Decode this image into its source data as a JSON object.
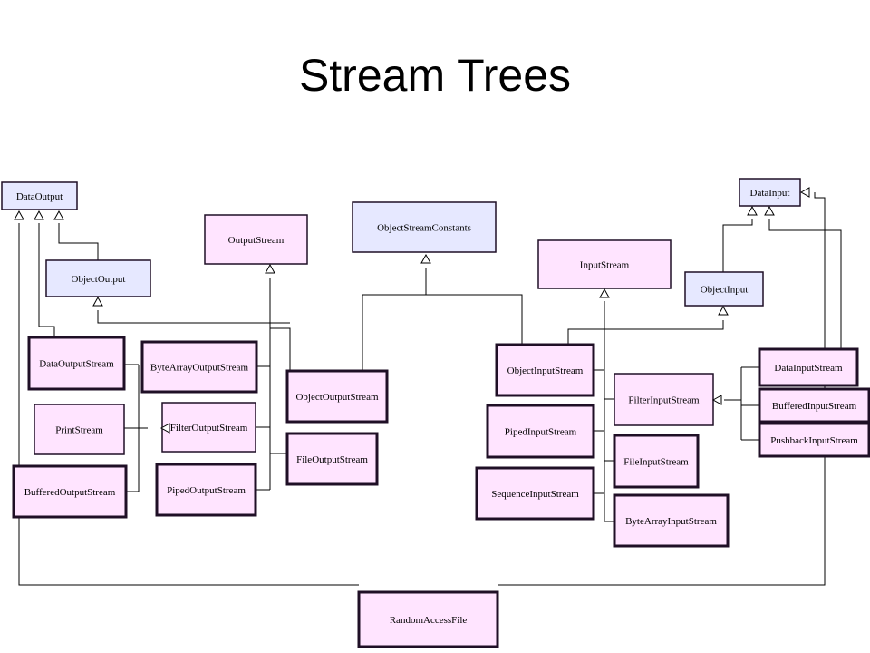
{
  "slide": {
    "title": "Stream Trees"
  },
  "diagram": {
    "colors": {
      "class_fill": "#ffe4ff",
      "interface_fill": "#e6e8ff",
      "border": "#1f0f26"
    },
    "nodes": {
      "DataOutput": "DataOutput",
      "ObjectOutput": "ObjectOutput",
      "OutputStream": "OutputStream",
      "ObjectStreamConstants": "ObjectStreamConstants",
      "InputStream": "InputStream",
      "DataInput": "DataInput",
      "ObjectInput": "ObjectInput",
      "DataOutputStream": "DataOutputStream",
      "PrintStream": "PrintStream",
      "BufferedOutputStream": "BufferedOutputStream",
      "ByteArrayOutputStream": "ByteArrayOutputStream",
      "FilterOutputStream": "FilterOutputStream",
      "PipedOutputStream": "PipedOutputStream",
      "ObjectOutputStream": "ObjectOutputStream",
      "FileOutputStream": "FileOutputStream",
      "ObjectInputStream": "ObjectInputStream",
      "PipedInputStream": "PipedInputStream",
      "SequenceInputStream": "SequenceInputStream",
      "FilterInputStream": "FilterInputStream",
      "FileInputStream": "FileInputStream",
      "ByteArrayInputStream": "ByteArrayInputStream",
      "DataInputStream": "DataInputStream",
      "BufferedInputStream": "BufferedInputStream",
      "PushbackInputStream": "PushbackInputStream",
      "RandomAccessFile": "RandomAccessFile"
    }
  }
}
